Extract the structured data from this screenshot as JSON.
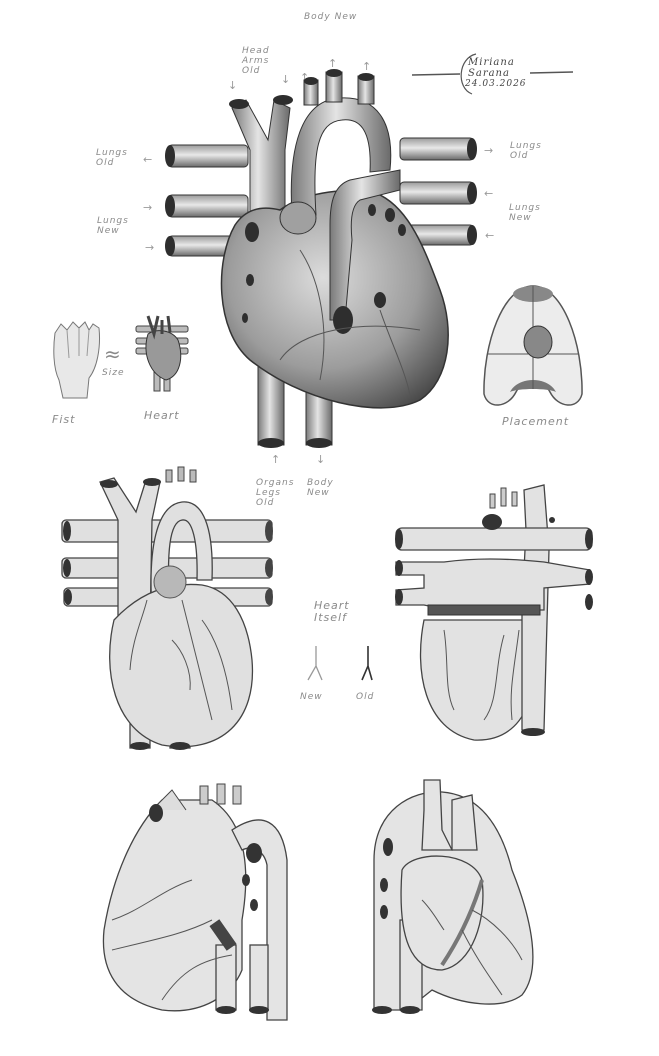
{
  "signature": {
    "first_name": "Miriana",
    "last_name": "Sarana",
    "date": "24.03.2026"
  },
  "main_heart": {
    "labels": {
      "head_arms_old": "Head\nArms\nOld",
      "body_new_top": "Body New",
      "lungs_old_left": "Lungs\nOld",
      "lungs_new_left": "Lungs\nNew",
      "lungs_old_right": "Lungs\nOld",
      "lungs_new_right": "Lungs\nNew",
      "organs_legs_old": "Organs\nLegs\nOld",
      "body_new_bottom": "Body\nNew"
    },
    "arrows": {
      "down": "↓",
      "up": "↑",
      "left": "←",
      "right": "→"
    }
  },
  "size_comparison": {
    "fist_label": "Fist",
    "heart_label": "Heart",
    "approx_symbol": "≈",
    "size_label": "Size"
  },
  "placement": {
    "label": "Placement"
  },
  "heart_itself": {
    "title": "Heart\nItself",
    "new_label": "New",
    "old_label": "Old"
  },
  "colors": {
    "pencil_dark": "#3a3a3a",
    "pencil_mid": "#7a7a7a",
    "pencil_light": "#c8c8c8",
    "fill_light": "#e6e6e6",
    "fill_mid": "#cfcfcf",
    "label_gray": "#8a8a8a"
  }
}
